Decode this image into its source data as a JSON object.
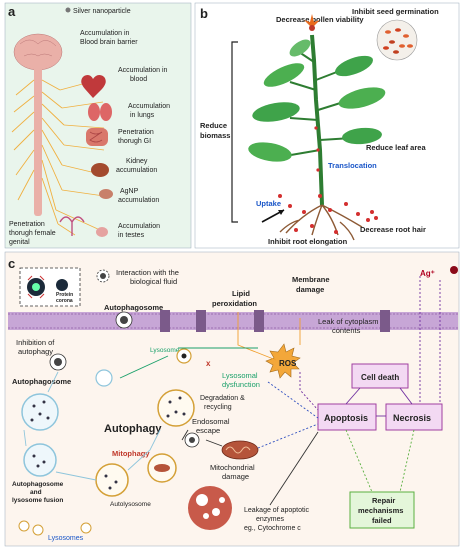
{
  "panel_a": {
    "letter": "a",
    "legend": "Silver nanoparticle",
    "labels": {
      "bbb": [
        "Accumulation in",
        "Blood brain barrier"
      ],
      "blood": [
        "Accumulation in",
        "blood"
      ],
      "lungs": [
        "Accumulation",
        "in lungs"
      ],
      "gi": [
        "Penetration",
        "thorugh GI"
      ],
      "kidney": [
        "Kidney",
        "accumulation"
      ],
      "agnp": [
        "AgNP",
        "accumulation"
      ],
      "genital": [
        "Penetration",
        "thorugh female",
        "genital"
      ],
      "testes": [
        "Accumulation",
        "in testes"
      ]
    }
  },
  "panel_b": {
    "letter": "b",
    "inhibit_seed": "Inhibit seed germination",
    "pollen": "Decrease pollen viability",
    "biomass": [
      "Reduce",
      "biomass"
    ],
    "leaf": "Reduce leaf area",
    "translocation": "Translocation",
    "uptake": "Uptake",
    "root_hair": "Decrease root hair",
    "root_elong": "Inhibit root elongation"
  },
  "panel_c": {
    "letter": "c",
    "interaction": [
      "Interaction with the",
      "biological fluid"
    ],
    "protein_corona": [
      "Protein",
      "corona"
    ],
    "lipid": [
      "Lipid",
      "peroxidation"
    ],
    "membrane": [
      "Membrane",
      "damage"
    ],
    "ag_ion": "Ag⁺",
    "autophagosome_top": "Autophagosome",
    "leak": [
      "Leak of cytoplasm",
      "contents"
    ],
    "inhibition": [
      "Inhibition of",
      "autophagy"
    ],
    "lysosome_top": "Lysosome",
    "x_mark": "x",
    "ros": "ROS",
    "lyso_dys": [
      "Lysosomal",
      "dysfunction"
    ],
    "cell_death": "Cell death",
    "autophagosome_left": "Autophagosome",
    "degradation": [
      "Degradation &",
      "recycling"
    ],
    "autophagy": "Autophagy",
    "endosomal": [
      "Endosomal",
      "escape"
    ],
    "apoptosis": "Apoptosis",
    "necrosis": "Necrosis",
    "mitochondrial": [
      "Mitochondrial",
      "damage"
    ],
    "mitophagy": "Mitophagy",
    "fusion": [
      "Autophagosome",
      "and",
      "lysosome fusion"
    ],
    "autolysosome": "Autolysosome",
    "leakage": [
      "Leakage of apoptotic",
      "enzymes",
      "eg., Cytochrome c"
    ],
    "repair": [
      "Repair",
      "mechanisms",
      "failed"
    ],
    "lysosome_bottom": "Lysosomes"
  },
  "colors": {
    "panel_a_bg": "#e9f5ec",
    "panel_c_bg": "#fdf5ee",
    "membrane": "#b090c0",
    "nerve": "#f0b040",
    "box_fill": "#f3d9f3",
    "box_border": "#a040a0",
    "green_box": "#e4f6da",
    "green_border": "#5ab040",
    "ros": "#f3a73a"
  }
}
